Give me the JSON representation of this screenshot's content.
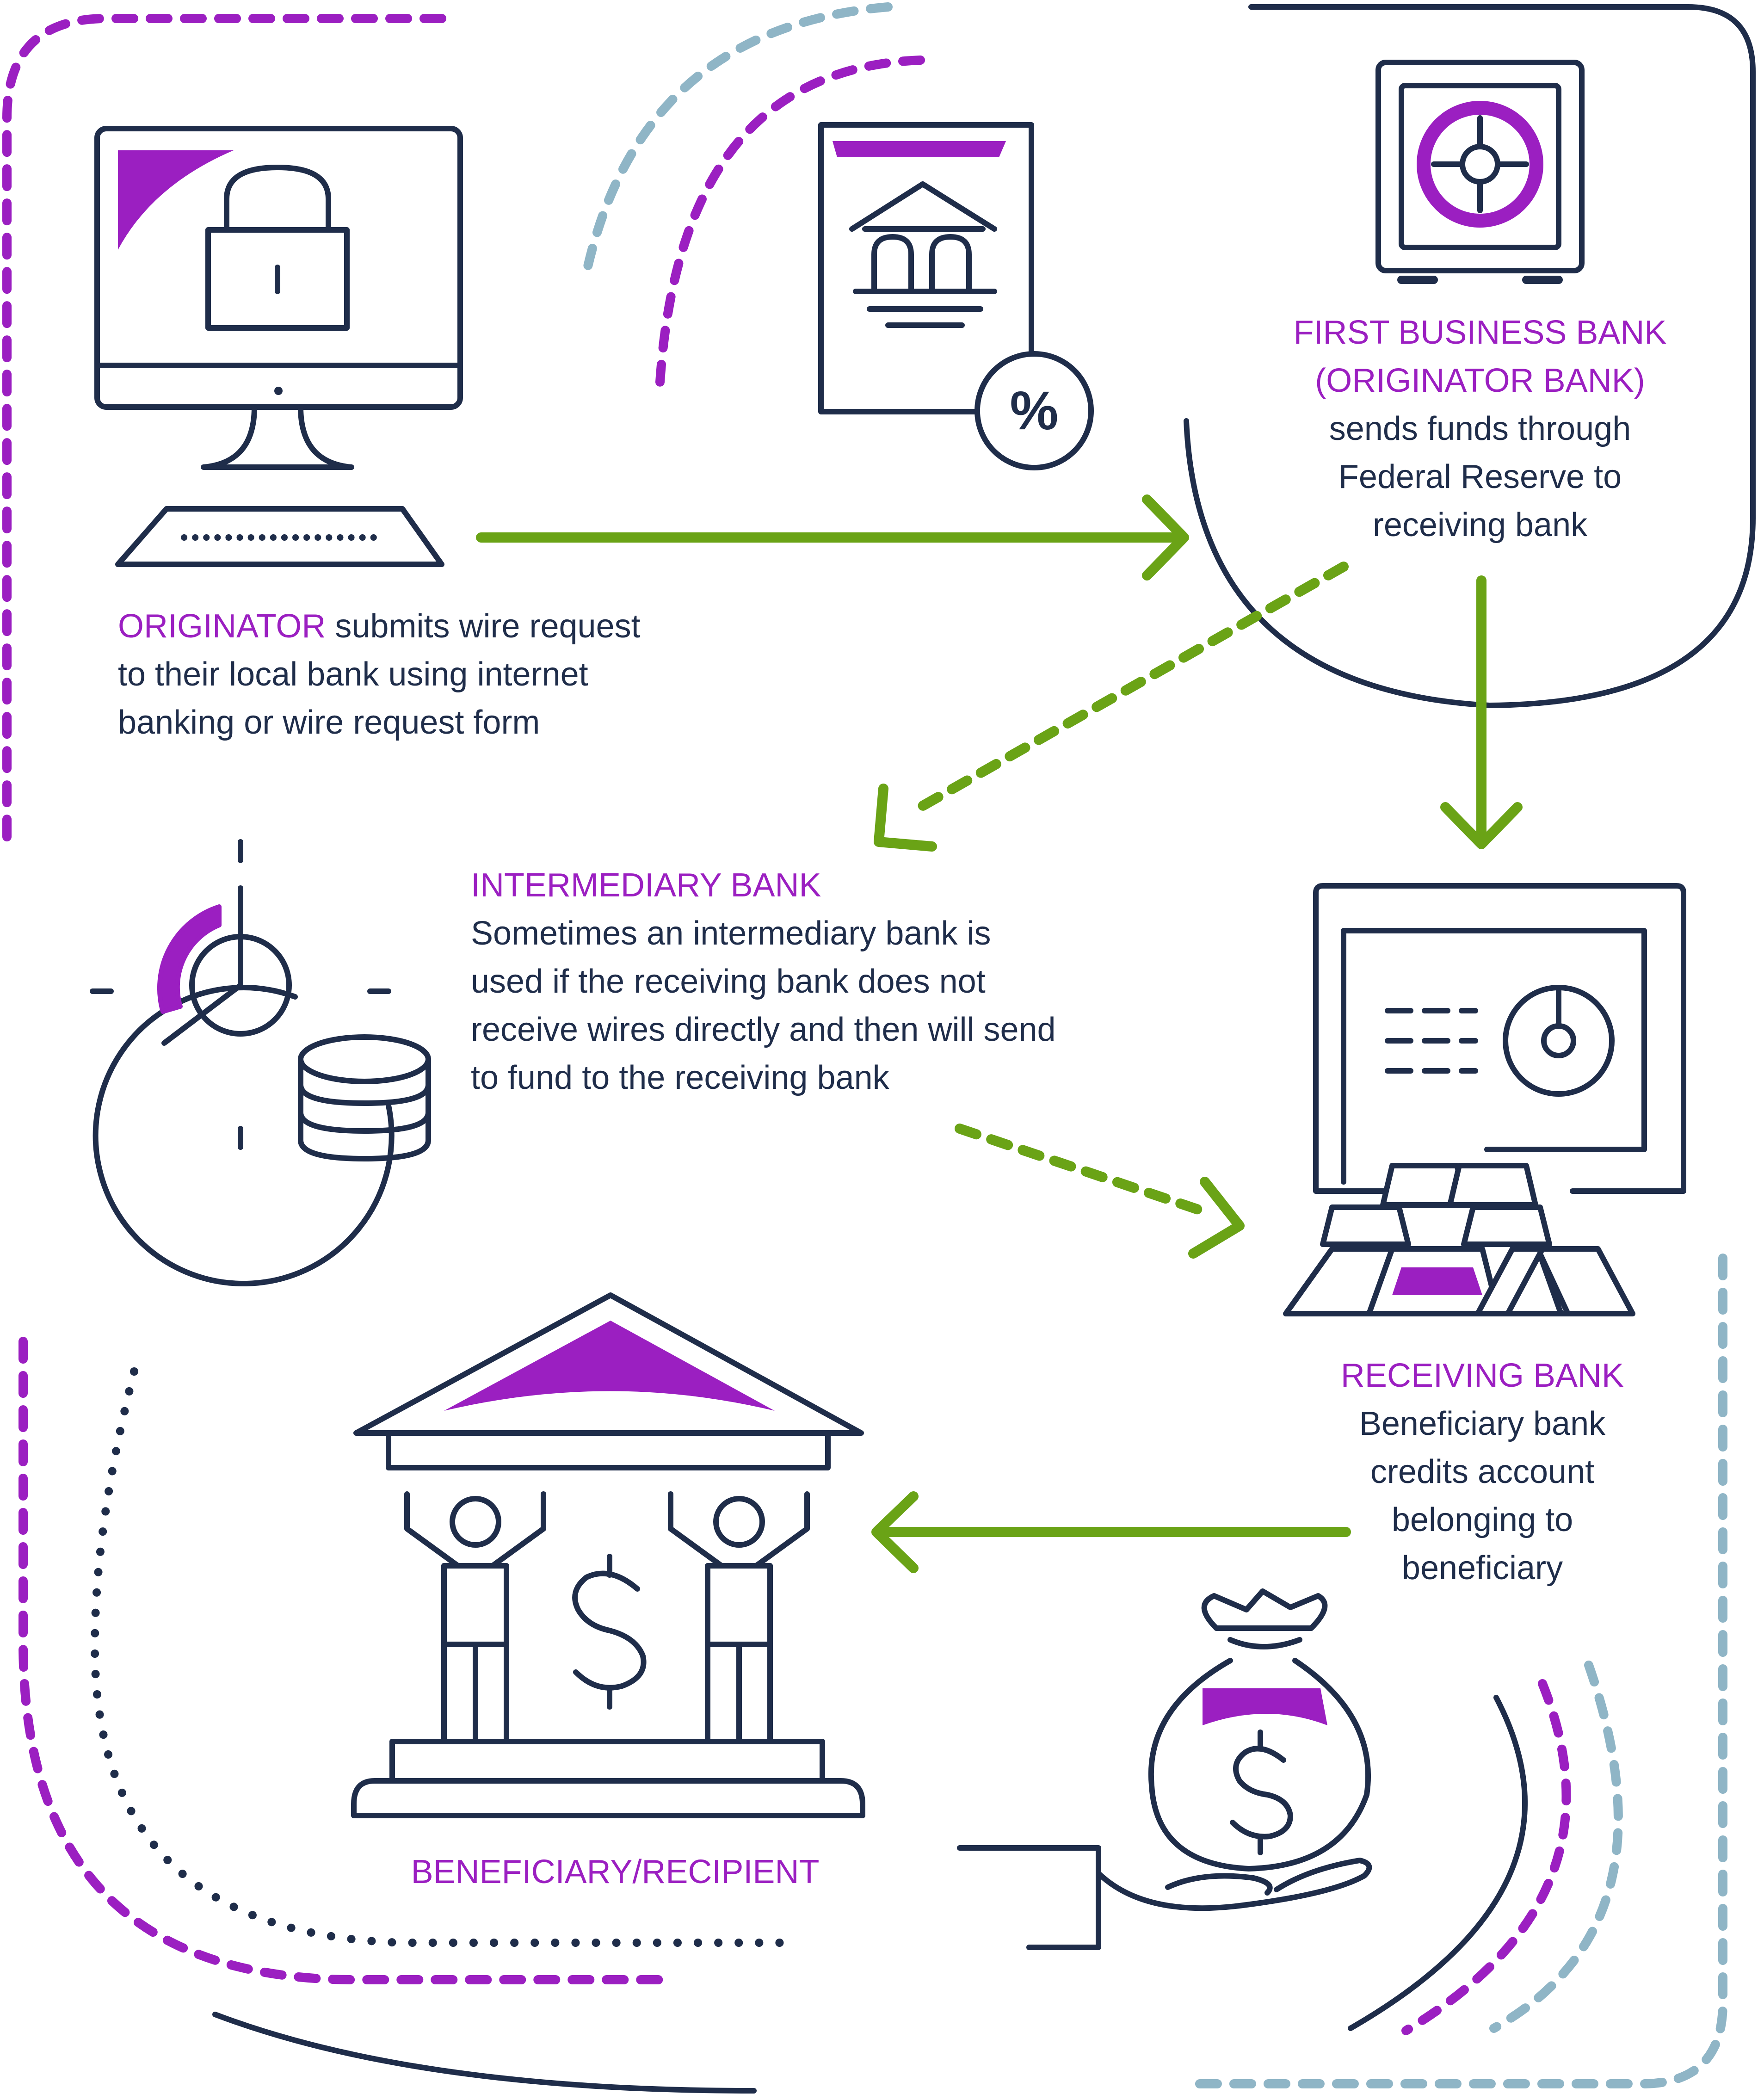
{
  "colors": {
    "navy": "#1f2d4a",
    "purple": "#9b1fc1",
    "green": "#6aa316",
    "lightblue": "#8fb5c6"
  },
  "icons": [
    "computer-lock-icon",
    "bank-document-percent-icon",
    "vault-safe-icon",
    "clock-database-icon",
    "monitor-vault-gold-icon",
    "bank-building-dollar-icon",
    "money-bag-hand-icon"
  ],
  "originator": {
    "title": "ORIGINATOR",
    "line1_rest": " submits wire request",
    "line2": "to their local bank using internet",
    "line3": "banking or wire request form"
  },
  "first_bank": {
    "title1": "FIRST BUSINESS BANK",
    "title2": "(ORIGINATOR BANK)",
    "line1": "sends funds through",
    "line2": "Federal Reserve to",
    "line3": "receiving bank"
  },
  "intermediary": {
    "title": "INTERMEDIARY BANK",
    "line1": "Sometimes an intermediary bank is",
    "line2": "used if the receiving bank does not",
    "line3": "receive wires directly and then will send",
    "line4": "to fund to the receiving bank"
  },
  "receiving": {
    "title": "RECEIVING BANK",
    "line1": "Beneficiary bank",
    "line2": "credits account",
    "line3": "belonging to",
    "line4": "beneficiary"
  },
  "beneficiary": {
    "title": "BENEFICIARY/RECIPIENT"
  },
  "document": {
    "percent_glyph": "%"
  }
}
